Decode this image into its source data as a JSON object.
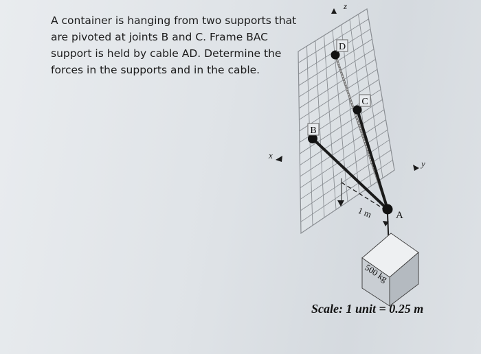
{
  "problem": {
    "lines": [
      "A container is hanging from two supports that",
      "are pivoted at joints B and C. Frame BAC",
      "support is held by cable AD. Determine the",
      "forces in the supports and in the cable."
    ]
  },
  "figure": {
    "axes": {
      "x": "x",
      "y": "y",
      "z": "z"
    },
    "joints": {
      "a": "A",
      "b": "B",
      "c": "C",
      "d": "D"
    },
    "dimension_label": "1 m",
    "mass_label": "500 kg",
    "scale_note": "Scale: 1 unit = 0.25 m",
    "colors": {
      "grid": "#8a8e93",
      "member": "#1a1a1a",
      "box_top": "#eef0f2",
      "box_front": "#c9ced3",
      "box_side": "#b4bac0"
    }
  }
}
